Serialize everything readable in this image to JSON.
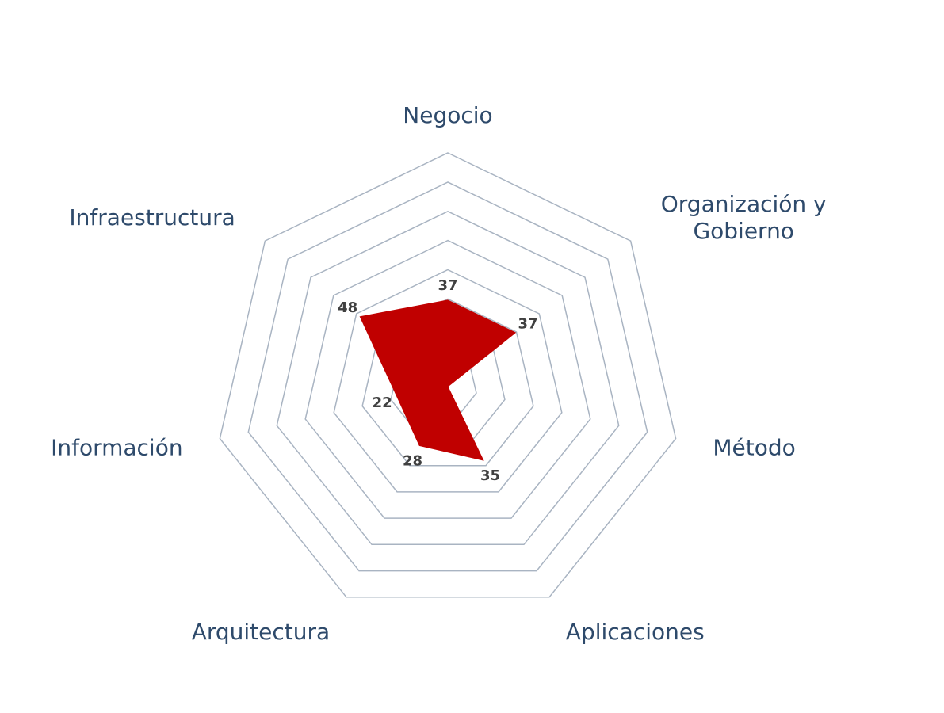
{
  "chart_data": {
    "type": "radar",
    "categories": [
      "Negocio",
      "Organización y Gobierno",
      "Método",
      "Aplicaciones",
      "Arquitectura",
      "Información",
      "Infraestructura"
    ],
    "category_lines": [
      [
        "Negocio"
      ],
      [
        "Organización y",
        "Gobierno"
      ],
      [
        "Método"
      ],
      [
        "Aplicaciones"
      ],
      [
        "Arquitectura"
      ],
      [
        "Información"
      ],
      [
        "Infraestructura"
      ]
    ],
    "series": [
      {
        "values": [
          37,
          37,
          0,
          35,
          28,
          22,
          48
        ]
      }
    ],
    "data_labels": [
      "37",
      "37",
      "",
      "35",
      "28",
      "22",
      "48"
    ],
    "rlim": [
      0,
      100
    ],
    "rings": 8,
    "grid": true,
    "legend": "none",
    "colors": {
      "fill": "#c00000",
      "grid": "#a9b4c2",
      "label": "#2e4a6b",
      "data_label": "#404040"
    }
  }
}
